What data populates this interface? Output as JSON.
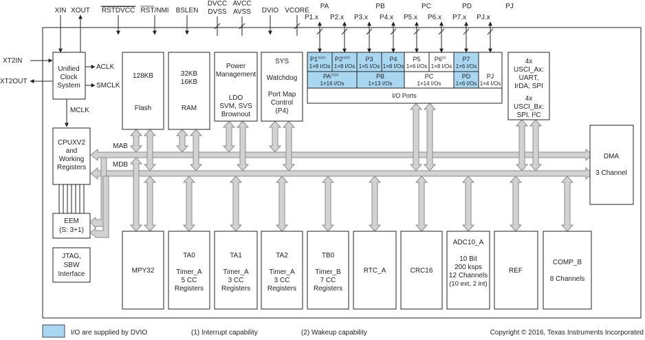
{
  "top_signals": {
    "xin": "XIN",
    "xout": "XOUT",
    "rstdvcc": "RSTDVCC",
    "rstnmi": "RST/NMI",
    "bslen": "BSLEN",
    "dvcc": "DVCC",
    "dvss": "DVSS",
    "avcc": "AVCC",
    "avss": "AVSS",
    "dvio": "DVIO",
    "vcore": "VCORE",
    "pa": "PA",
    "pb": "PB",
    "pc": "PC",
    "pd": "PD",
    "pj": "PJ",
    "p1x": "P1.x",
    "p2x": "P2.x",
    "p3x": "P3.x",
    "p4x": "P4.x",
    "p5x": "P5.x",
    "p6x": "P6.x",
    "p7x": "P7.x",
    "pjx": "PJ.x"
  },
  "left_signals": {
    "xt2in": "XT2IN",
    "xt2out": "XT2OUT",
    "aclk": "ACLK",
    "smclk": "SMCLK",
    "mclk": "MCLK"
  },
  "blocks": {
    "ucs": [
      "Unified",
      "Clock",
      "System"
    ],
    "flash": {
      "size": "128KB",
      "name": "Flash"
    },
    "ram": {
      "size1": "32KB",
      "size2": "16KB",
      "name": "RAM"
    },
    "pmm": [
      "Power",
      "Management",
      "LDO",
      "SVM, SVS",
      "Brownout"
    ],
    "sys": [
      "SYS",
      "Watchdog",
      "Port Map",
      "Control",
      "(P4)"
    ],
    "usci": [
      "4x",
      "USCI_Ax:",
      "UART,",
      "IrDA, SPI",
      "4x",
      "USCI_Bx:",
      "SPI, I²C"
    ],
    "cpu": [
      "CPUXV2",
      "and",
      "Working",
      "Registers"
    ],
    "eem": [
      "EEM",
      "(S: 3+1)"
    ],
    "jtag": [
      "JTAG,",
      "SBW",
      "Interface"
    ],
    "dma": [
      "DMA",
      "3 Channel"
    ],
    "mpy": "MPY32",
    "ta0": [
      "TA0",
      "Timer_A",
      "5 CC",
      "Registers"
    ],
    "ta1": [
      "TA1",
      "Timer_A",
      "3 CC",
      "Registers"
    ],
    "ta2": [
      "TA2",
      "Timer_A",
      "3 CC",
      "Registers"
    ],
    "tb0": [
      "TB0",
      "Timer_B",
      "7 CC",
      "Registers"
    ],
    "rtc": "RTC_A",
    "crc": "CRC16",
    "adc": [
      "ADC10_A",
      "10 Bit",
      "200 ksps",
      "12 Channels",
      "(10 ext, 2 int)"
    ],
    "ref": "REF",
    "comp": [
      "COMP_B",
      "8 Channels"
    ]
  },
  "buses": {
    "mab": "MAB",
    "mdb": "MDB"
  },
  "ports": {
    "p1": {
      "name": "P1",
      "sup": "(1)(2)",
      "desc": "1×8 I/Os"
    },
    "p2": {
      "name": "P2",
      "sup": "(1)(2)",
      "desc": "1×8 I/Os"
    },
    "p3": {
      "name": "P3",
      "desc": "1×5 I/Os"
    },
    "p4": {
      "name": "P4",
      "desc": "1×8 I/Os"
    },
    "p5": {
      "name": "P5",
      "desc": "1×6 I/Os"
    },
    "p6": {
      "name": "P6",
      "sup": "(1)",
      "desc": "1×8 I/Os"
    },
    "p7": {
      "name": "P7",
      "desc": "1×6 I/Os"
    },
    "pa": {
      "name": "PA",
      "sup": "(1)(2)",
      "desc": "1×16 I/Os"
    },
    "pb": {
      "name": "PB",
      "desc": "1×13 I/Os"
    },
    "pc": {
      "name": "PC",
      "desc": "1×14 I/Os"
    },
    "pd": {
      "name": "PD",
      "desc": "1×6 I/Os"
    },
    "pj": {
      "name": "PJ",
      "desc": "1×4 I/Os"
    },
    "caption": "I/O Ports"
  },
  "legend": {
    "swatch_color": "#a9d6f0",
    "dvio_text": "I/O are supplied by DVIO",
    "note1": "(1) Interrupt capability",
    "note2": "(2) Wakeup capability",
    "copyright": "Copyright © 2016, Texas Instruments Incorporated"
  }
}
